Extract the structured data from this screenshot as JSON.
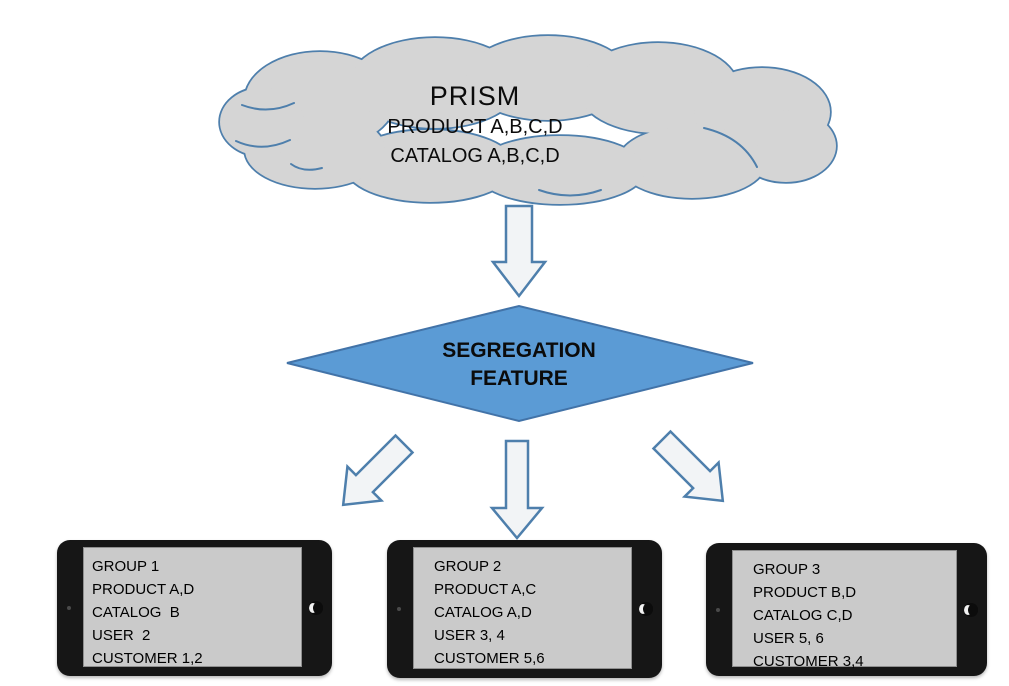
{
  "diagram": {
    "cloud": {
      "title": "PRISM",
      "lines": [
        "PRODUCT A,B,C,D",
        "CATALOG A,B,C,D"
      ]
    },
    "decision": {
      "lines": [
        "SEGREGATION",
        "FEATURE"
      ]
    },
    "devices": [
      {
        "label": "tablet-group-1",
        "lines": [
          "GROUP 1",
          "PRODUCT A,D",
          "CATALOG  B",
          "USER  2",
          "CUSTOMER 1,2"
        ]
      },
      {
        "label": "tablet-group-2",
        "lines": [
          "GROUP 2",
          "PRODUCT A,C",
          "CATALOG A,D",
          "USER 3, 4",
          "CUSTOMER 5,6"
        ]
      },
      {
        "label": "tablet-group-3",
        "lines": [
          "GROUP 3",
          "PRODUCT B,D",
          "CATALOG C,D",
          "USER 5, 6",
          "CUSTOMER 3,4"
        ]
      }
    ],
    "colors": {
      "cloud_fill": "#D5D5D5",
      "outline_blue": "#4E7FAC",
      "diamond_fill": "#5B9BD5",
      "diamond_stroke": "#4273A8",
      "arrow_fill": "#F2F4F6",
      "tablet_body": "#161616",
      "screen_fill": "#CACACA",
      "text": "#000000"
    }
  }
}
